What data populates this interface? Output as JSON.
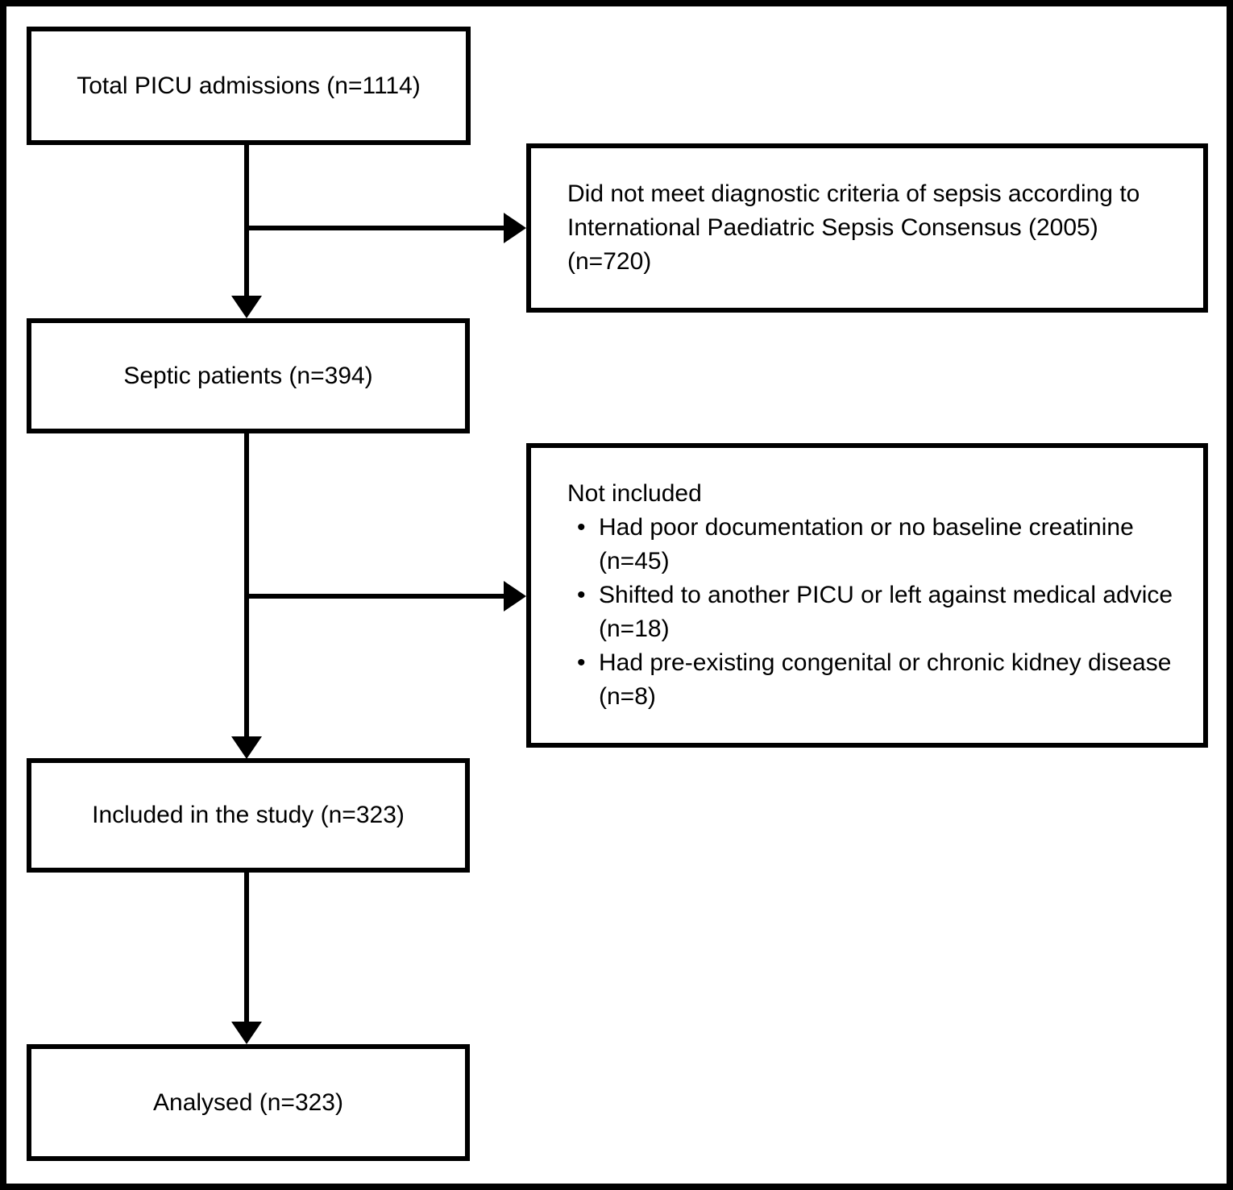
{
  "diagram": {
    "bullet_char": "•",
    "colors": {
      "line": "#000000",
      "background": "#ffffff",
      "text": "#000000"
    },
    "boxes": {
      "total_admissions": {
        "label": "Total PICU admissions (n=1114)"
      },
      "excluded": {
        "label": "Did not meet diagnostic criteria of sepsis according to International Paediatric Sepsis Consensus (2005) (n=720)"
      },
      "septic": {
        "label": "Septic patients (n=394)"
      },
      "not_included": {
        "title": "Not included",
        "items": [
          "Had poor documentation or no baseline creatinine (n=45)",
          "Shifted to another PICU or left against medical advice (n=18)",
          "Had pre-existing congenital or chronic kidney disease (n=8)"
        ]
      },
      "included": {
        "label": "Included in the study (n=323)"
      },
      "analysed": {
        "label": "Analysed (n=323)"
      }
    }
  }
}
